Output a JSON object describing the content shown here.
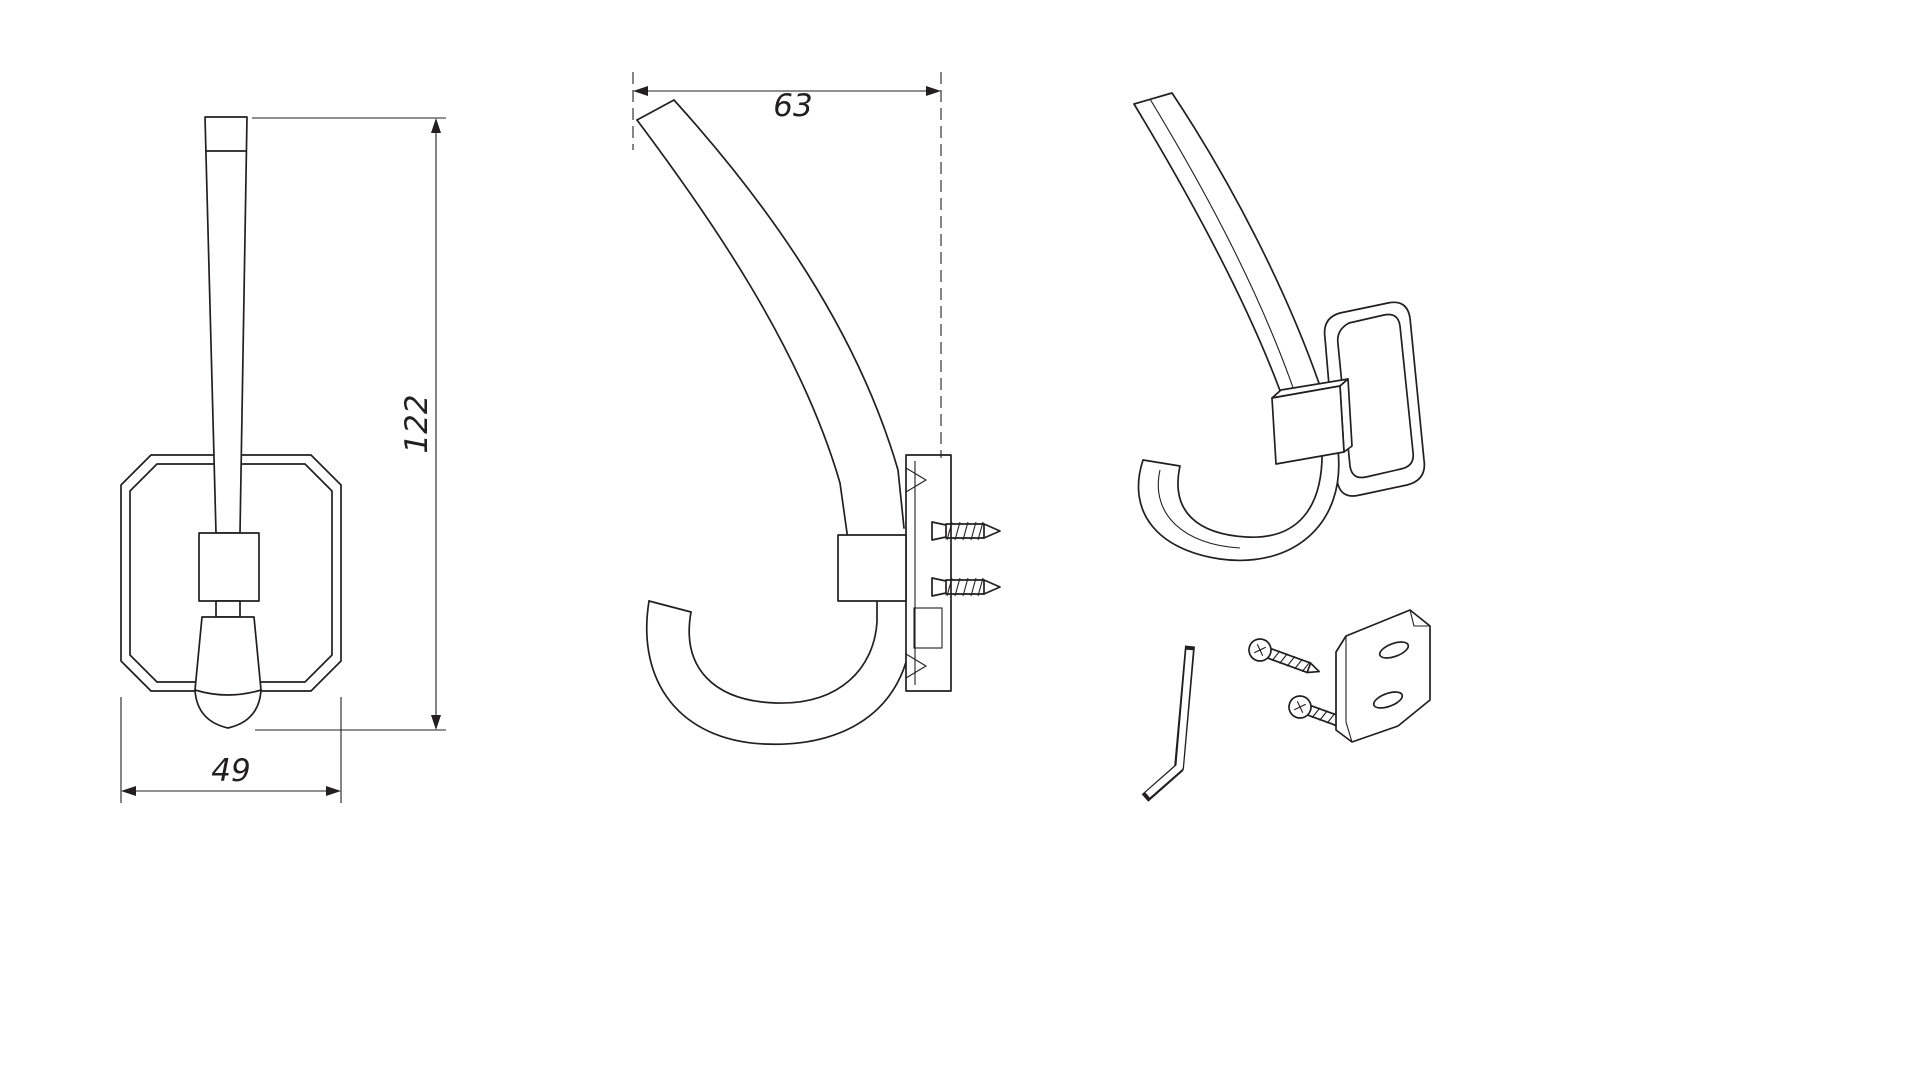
{
  "drawing": {
    "background": "#ffffff",
    "line_color": "#231f20",
    "dimensions": {
      "height": "122",
      "width": "49",
      "depth": "63"
    }
  }
}
